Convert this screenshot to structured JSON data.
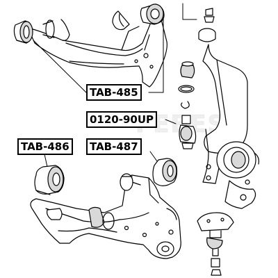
{
  "labels": {
    "tab485": "TAB-485",
    "part0120": "0120-90UP",
    "tab486": "TAB-486",
    "tab487": "TAB-487"
  },
  "watermark": "FEBEST",
  "colors": {
    "ink": "#000000",
    "paper": "#ffffff",
    "shade": "#d9d9d9"
  }
}
